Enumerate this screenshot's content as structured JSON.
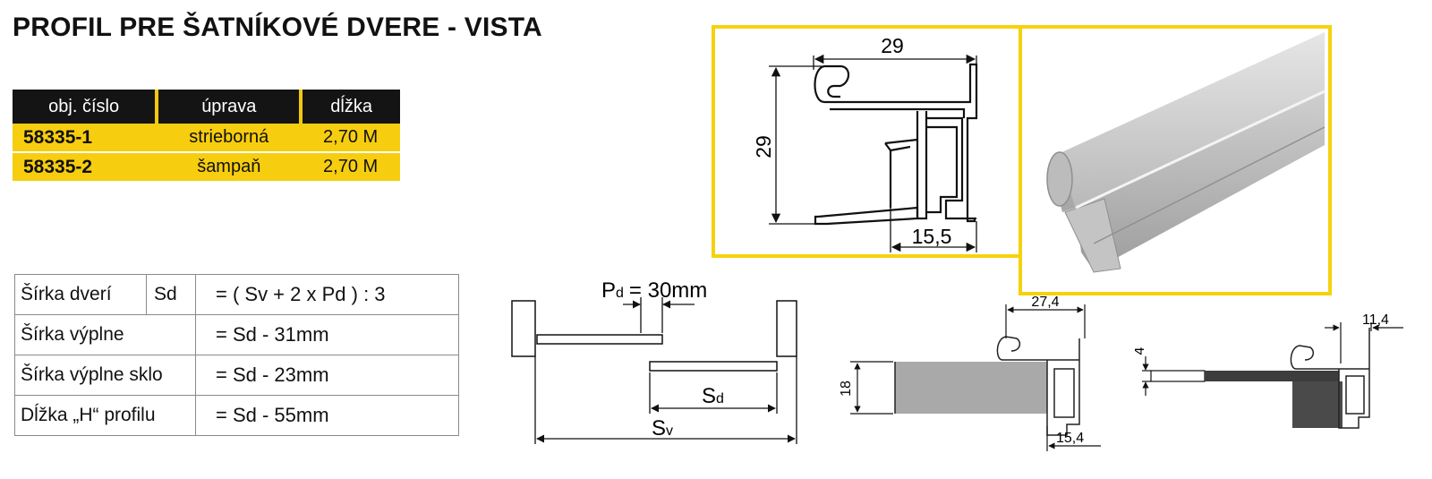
{
  "title": "PROFIL PRE ŠATNÍKOVÉ DVERE - VISTA",
  "product_table": {
    "headers": [
      "obj. číslo",
      "úprava",
      "dĺžka"
    ],
    "rows": [
      {
        "code": "58335-1",
        "finish": "strieborná",
        "length": "2,70 M"
      },
      {
        "code": "58335-2",
        "finish": "šampaň",
        "length": "2,70 M"
      }
    ]
  },
  "formula_table": {
    "rows": [
      {
        "label": "Šírka dverí",
        "symbol": "Sd",
        "formula": "=  ( Sv + 2 x Pd ) : 3"
      },
      {
        "label": "Šírka výplne",
        "formula": "=  Sd - 31mm"
      },
      {
        "label": "Šírka výplne sklo",
        "formula": "=  Sd - 23mm"
      },
      {
        "label": "Dĺžka „H“ profilu",
        "formula": "=  Sd - 55mm"
      }
    ]
  },
  "profile_drawing": {
    "width_label": "29",
    "height_label": "29",
    "bottom_label": "15,5"
  },
  "door_diagram": {
    "pd_prefix": "P",
    "pd_sub": "d",
    "pd_value": "= 30mm",
    "sd_main": "S",
    "sd_sub": "d",
    "sv_main": "S",
    "sv_sub": "v"
  },
  "section_a": {
    "top_label": "27,4",
    "side_label": "18",
    "bottom_label": "15,4"
  },
  "section_b": {
    "top_label": "11,4",
    "side_label": "4"
  },
  "colors": {
    "accent_yellow": "#f5d20d",
    "header_black": "#141414",
    "profile_grey": "#a9a9a9",
    "panel_dark": "#4a4a4a"
  }
}
